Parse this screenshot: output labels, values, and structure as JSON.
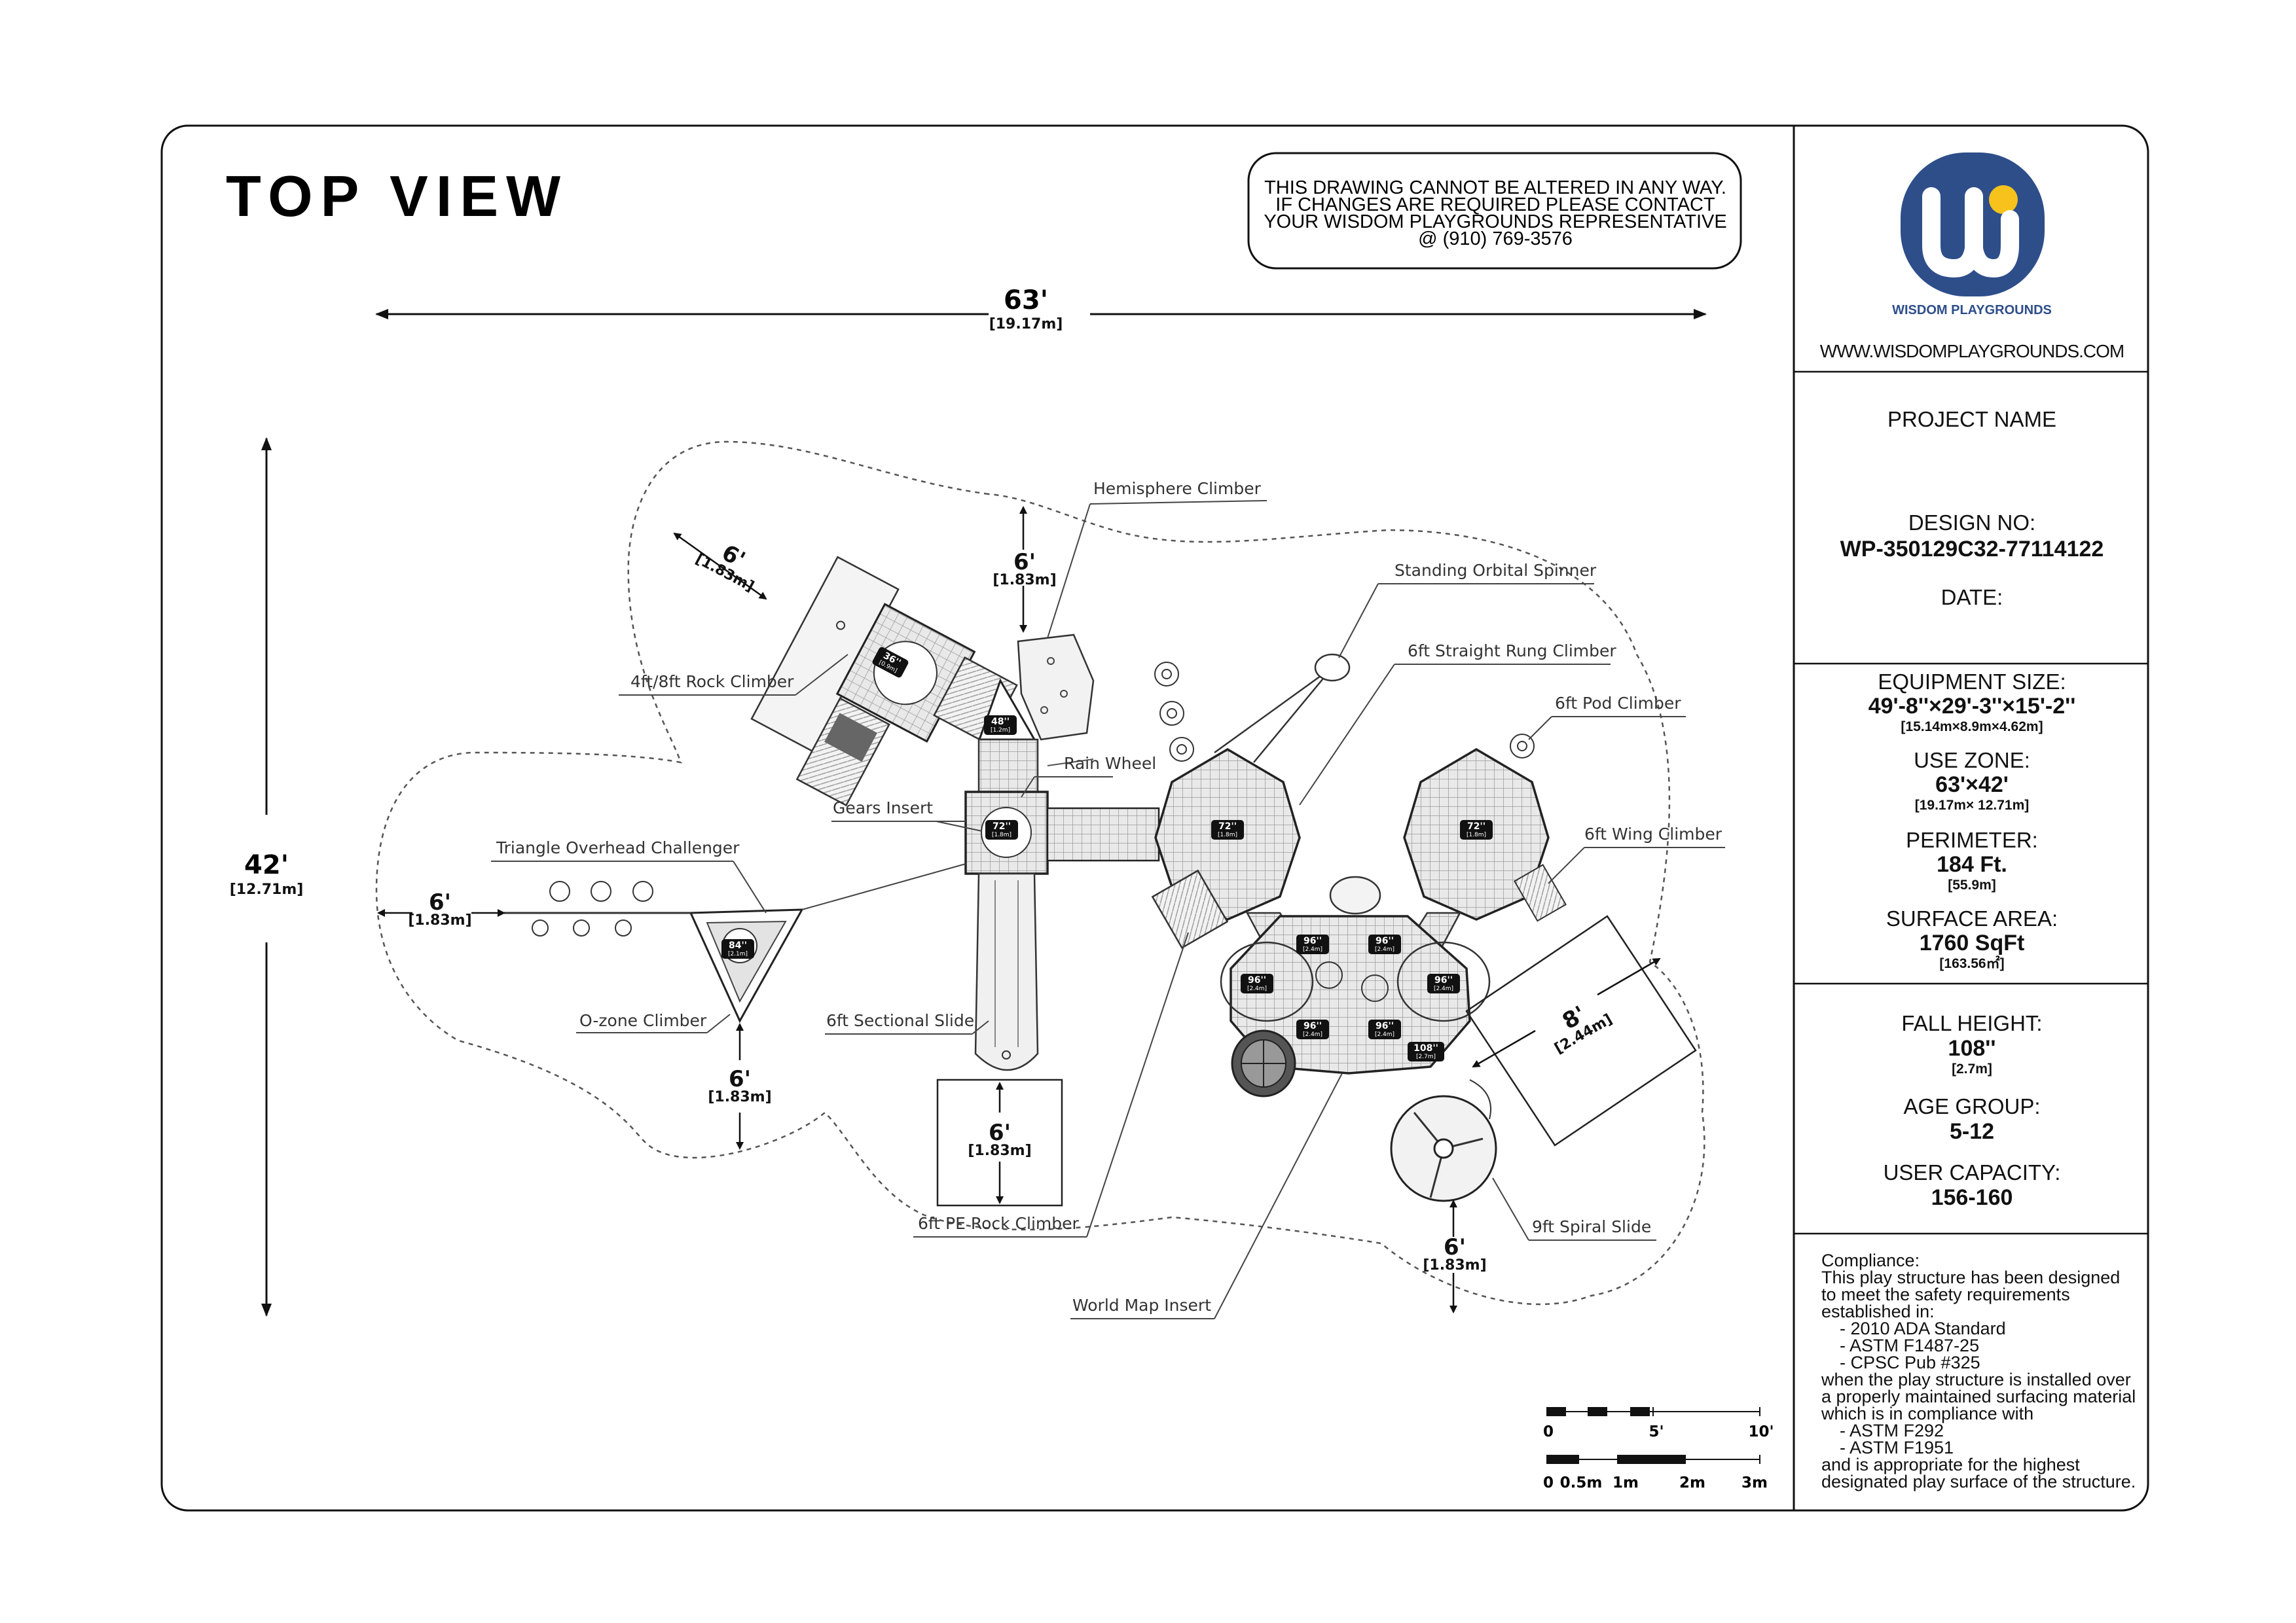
{
  "title": "TOP VIEW",
  "notice": [
    "THIS DRAWING CANNOT BE ALTERED IN ANY WAY.",
    "IF CHANGES ARE REQUIRED PLEASE CONTACT",
    "YOUR WISDOM PLAYGROUNDS REPRESENTATIVE",
    "@ (910) 769-3576"
  ],
  "brand": {
    "logo_letters": "Wi",
    "name": "WISDOM PLAYGROUNDS",
    "website": "WWW.WISDOMPLAYGROUNDS.COM",
    "primary_color": "#2e4e8a",
    "accent_color": "#f6c21b"
  },
  "project": {
    "project_name_label": "PROJECT NAME",
    "design_no_label": "DESIGN NO:",
    "design_no": "WP-350129C32-77114122",
    "date_label": "DATE:"
  },
  "specs": {
    "equipment_size_label": "EQUIPMENT SIZE:",
    "equipment_size": "49'-8''×29'-3''×15'-2''",
    "equipment_size_metric": "[15.14m×8.9m×4.62m]",
    "use_zone_label": "USE ZONE:",
    "use_zone": "63'×42'",
    "use_zone_metric": "[19.17m× 12.71m]",
    "perimeter_label": "PERIMETER:",
    "perimeter": "184 Ft.",
    "perimeter_metric": "[55.9m]",
    "surface_area_label": "SURFACE AREA:",
    "surface_area": "1760 SqFt",
    "surface_area_metric": "[163.56㎡]"
  },
  "safety": {
    "fall_height_label": "FALL HEIGHT:",
    "fall_height": "108''",
    "fall_height_metric": "[2.7m]",
    "age_group_label": "AGE GROUP:",
    "age_group": "5-12",
    "user_capacity_label": "USER CAPACITY:",
    "user_capacity": "156-160"
  },
  "compliance": [
    "Compliance:",
    "This play structure has been designed",
    "to meet the safety requirements",
    "established in:",
    "-      2010 ADA Standard",
    "-      ASTM F1487-25",
    "-      CPSC Pub #325",
    "when the play structure is installed over",
    "a properly maintained surfacing material",
    "which is in compliance with",
    "-      ASTM F292",
    "-      ASTM F1951",
    "and is appropriate for the highest",
    "designated play surface of the structure."
  ],
  "dimensions": {
    "overall_width": "63'",
    "overall_width_metric": "[19.17m]",
    "overall_depth": "42'",
    "overall_depth_metric": "[12.71m]",
    "clearance": "6'",
    "clearance_metric": "[1.83m]",
    "slide_clearance": "8'",
    "slide_clearance_metric": "[2.44m]"
  },
  "components": {
    "hemisphere_climber": "Hemisphere Climber",
    "orbital_spinner": "Standing Orbital Spinner",
    "straight_rung": "6ft Straight Rung Climber",
    "pod_climber": "6ft Pod Climber",
    "wing_climber": "6ft Wing Climber",
    "rock_climber": "4ft/8ft Rock Climber",
    "rain_wheel": "Rain Wheel",
    "gears_insert": "Gears Insert",
    "triangle_challenger": "Triangle Overhead Challenger",
    "ozone_climber": "O-zone Climber",
    "sectional_slide": "6ft Sectional Slide",
    "pe_rock_climber": "6ft PE Rock Climber",
    "world_map": "World Map Insert",
    "spiral_slide": "9ft Spiral Slide"
  },
  "deck_heights": {
    "d36": "36''",
    "d36m": "[0.9m]",
    "d48": "48''",
    "d48m": "[1.2m]",
    "d72": "72''",
    "d72m": "[1.8m]",
    "d84": "84''",
    "d84m": "[2.1m]",
    "d96": "96''",
    "d96m": "[2.4m]",
    "d108": "108''",
    "d108m": "[2.7m]"
  },
  "scale": {
    "imperial": [
      "0",
      "5'",
      "10'"
    ],
    "metric": [
      "0",
      "0.5m",
      "1m",
      "2m",
      "3m"
    ]
  }
}
